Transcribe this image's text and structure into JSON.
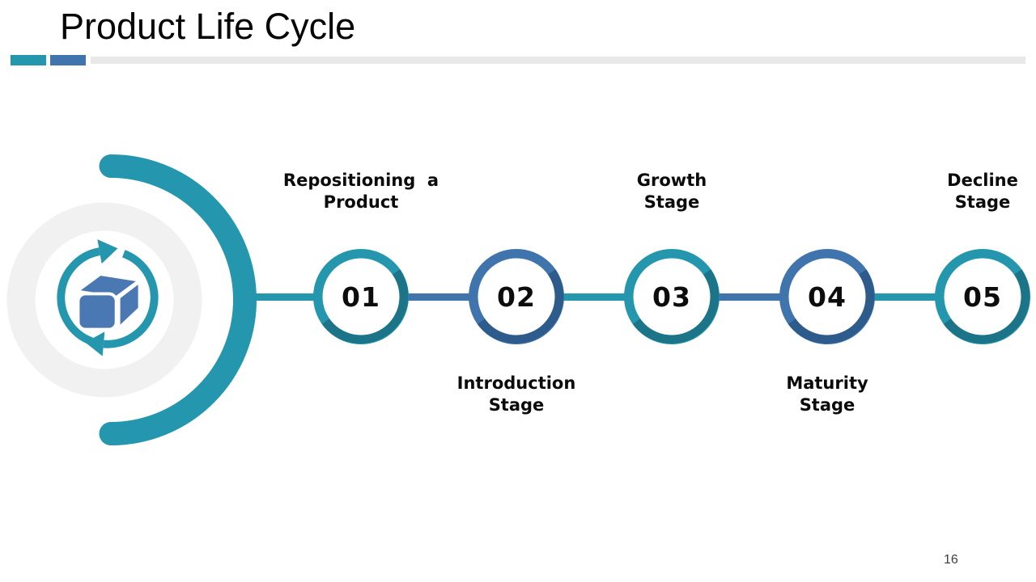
{
  "slide": {
    "title": "Product Life Cycle",
    "page_number": "16"
  },
  "colors": {
    "teal": "#2496ad",
    "teal_dark": "#1b7487",
    "blue": "#4074ad",
    "blue_dark": "#2d5c8c",
    "cube_blue": "#4a78b2",
    "bar_gray": "#e8e8e8",
    "ring_gray": "#f1f1f1"
  },
  "icons": {
    "badge": "cube-refresh-icon"
  },
  "stages": [
    {
      "number": "01",
      "label": "Repositioning  a\nProduct",
      "label_position": "top",
      "color": "teal"
    },
    {
      "number": "02",
      "label": "Introduction\nStage",
      "label_position": "bottom",
      "color": "blue"
    },
    {
      "number": "03",
      "label": "Growth\nStage",
      "label_position": "top",
      "color": "teal"
    },
    {
      "number": "04",
      "label": "Maturity\nStage",
      "label_position": "bottom",
      "color": "blue"
    },
    {
      "number": "05",
      "label": "Decline\nStage",
      "label_position": "top",
      "color": "teal"
    }
  ]
}
